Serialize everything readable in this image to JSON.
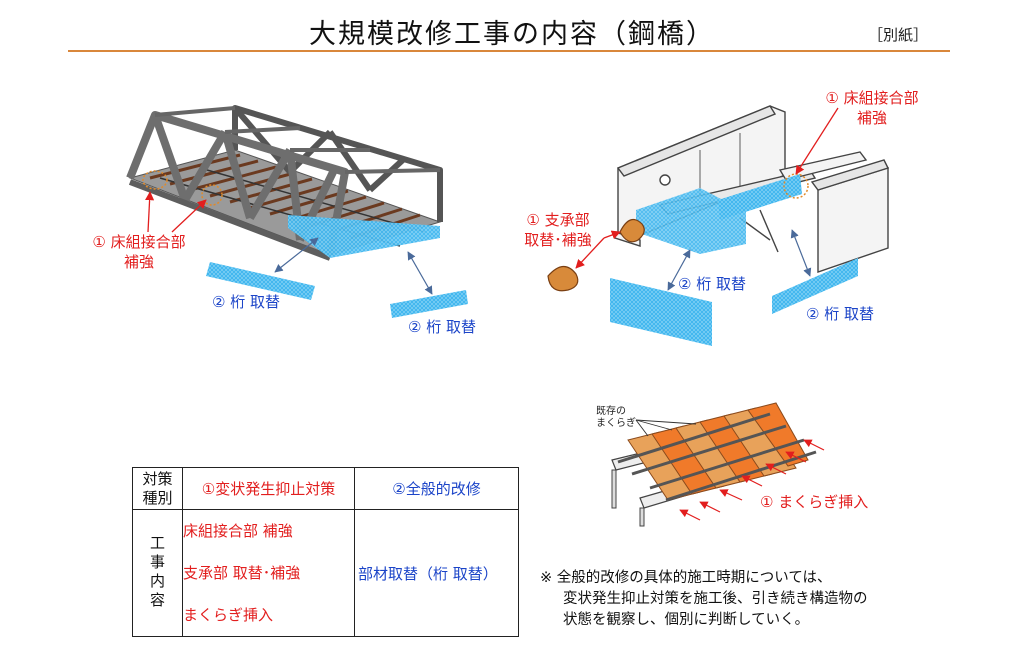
{
  "header": {
    "title": "大規模改修工事の内容（鋼橋）",
    "tag": "［別紙］"
  },
  "colors": {
    "accent_rule": "#d9873b",
    "red": "#e21e1e",
    "blue": "#1b44c8",
    "cyan_highlight": "#33b3ec"
  },
  "left_figure": {
    "label_floor_joint": [
      "① 床組接合部",
      "補強"
    ],
    "label_girder_1": "② 桁 取替",
    "label_girder_2": "② 桁 取替"
  },
  "right_figure": {
    "label_floor_joint": [
      "① 床組接合部",
      "補強"
    ],
    "label_bearing": [
      "① 支承部",
      "取替･補強"
    ],
    "label_girder_1": "② 桁 取替",
    "label_girder_2": "② 桁 取替"
  },
  "sleeper_figure": {
    "existing_label": [
      "既存の",
      "まくらぎ"
    ],
    "insert_label": "① まくらぎ挿入"
  },
  "table": {
    "header_category": [
      "対策",
      "種別"
    ],
    "header_col1": "①変状発生抑止対策",
    "header_col2": "②全般的改修",
    "row_label": "工事内容",
    "col1_items": [
      "床組接合部 補強",
      "支承部 取替･補強",
      "まくらぎ挿入"
    ],
    "col2_item": "部材取替（桁 取替）"
  },
  "note": {
    "lines": [
      "※ 全般的改修の具体的施工時期については、",
      "変状発生抑止対策を施工後、引き続き構造物の",
      "状態を観察し、個別に判断していく。"
    ]
  }
}
